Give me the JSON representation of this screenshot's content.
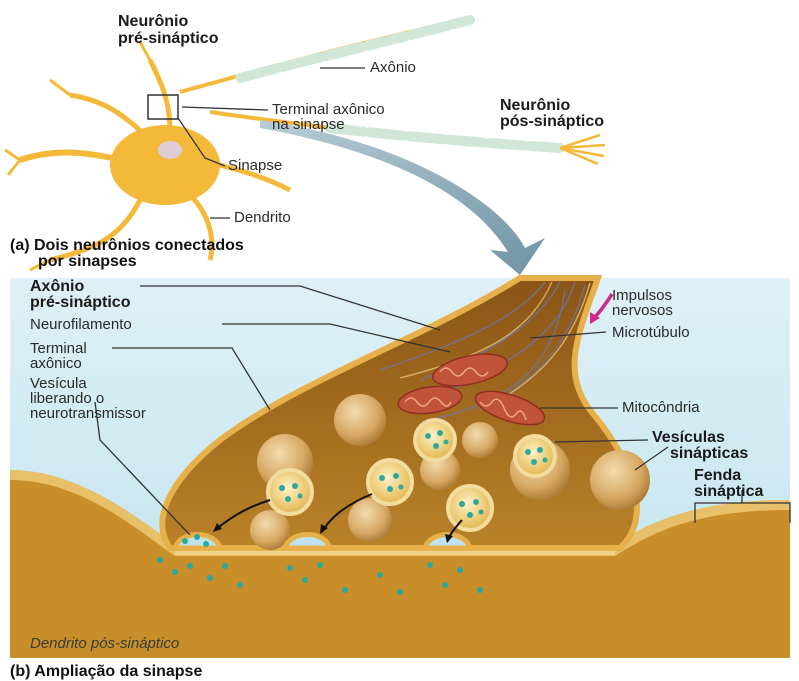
{
  "panel_a": {
    "pre_neuron": [
      "Neurônio",
      "pré-sináptico"
    ],
    "axon": "Axônio",
    "terminal": [
      "Terminal axônico",
      "na sinapse"
    ],
    "post_neuron": [
      "Neurônio",
      "pós-sináptico"
    ],
    "synapse": "Sinapse",
    "dendrite": "Dendrito",
    "caption": [
      "(a) Dois neurônios conectados",
      "por sinapses"
    ]
  },
  "panel_b": {
    "axon": [
      "Axônio",
      "pré-sináptico"
    ],
    "neurofilament": "Neurofilamento",
    "terminal": [
      "Terminal",
      "axônico"
    ],
    "vesicle_release": [
      "Vesícula",
      "liberando o",
      "neurotransmissor"
    ],
    "impulses": [
      "Impulsos",
      "nervosos"
    ],
    "microtubule": "Microtúbulo",
    "mitochondria": "Mitocôndria",
    "vesicles": [
      "Vesículas",
      "sinápticas"
    ],
    "cleft": [
      "Fenda",
      "sináptica"
    ],
    "post_dendrite": "Dendrito pós-sináptico",
    "caption": "(b) Ampliação da sinapse"
  },
  "colors": {
    "neuron": "#f5b93a",
    "myelin": "#cfe6d8",
    "terminal_fill": "#a86d1e",
    "cleft_fluid": "#bfe3ee",
    "dendrite_fill": "#c88e2a",
    "mitochondria": "#c0533a",
    "vesicle_dots": "#2fa89c",
    "impulse_arrow": "#d0288a"
  }
}
